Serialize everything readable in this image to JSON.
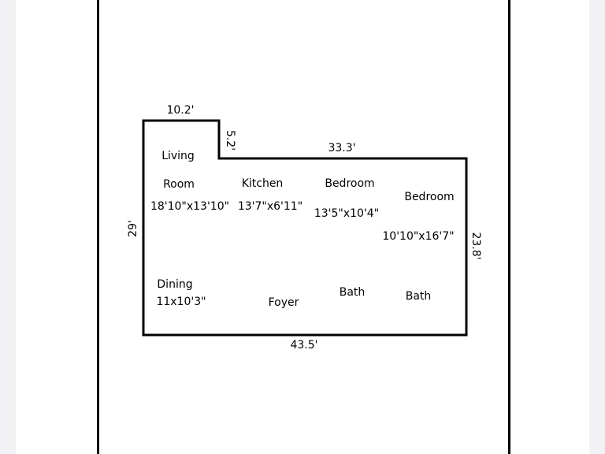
{
  "dimensions": {
    "top_left_wall": "10.2'",
    "notch_wall": "5.2'",
    "top_right_wall": "33.3'",
    "left_wall": "29'",
    "right_wall": "23.8'",
    "bottom_wall": "43.5'"
  },
  "rooms": {
    "living": {
      "line1": "Living",
      "line2": "Room",
      "size": "18'10\"x13'10\""
    },
    "kitchen": {
      "name": "Kitchen",
      "size": "13'7\"x6'11\""
    },
    "bedroom1": {
      "name": "Bedroom",
      "size": "13'5\"x10'4\""
    },
    "bedroom2": {
      "name": "Bedroom",
      "size": "10'10\"x16'7\""
    },
    "dining": {
      "name": "Dining",
      "size": "11x10'3\""
    },
    "foyer": {
      "name": "Foyer"
    },
    "bath1": {
      "name": "Bath"
    },
    "bath2": {
      "name": "Bath"
    }
  },
  "colors": {
    "line": "#000000",
    "paper": "#ffffff",
    "margin": "#f2f2f4"
  }
}
